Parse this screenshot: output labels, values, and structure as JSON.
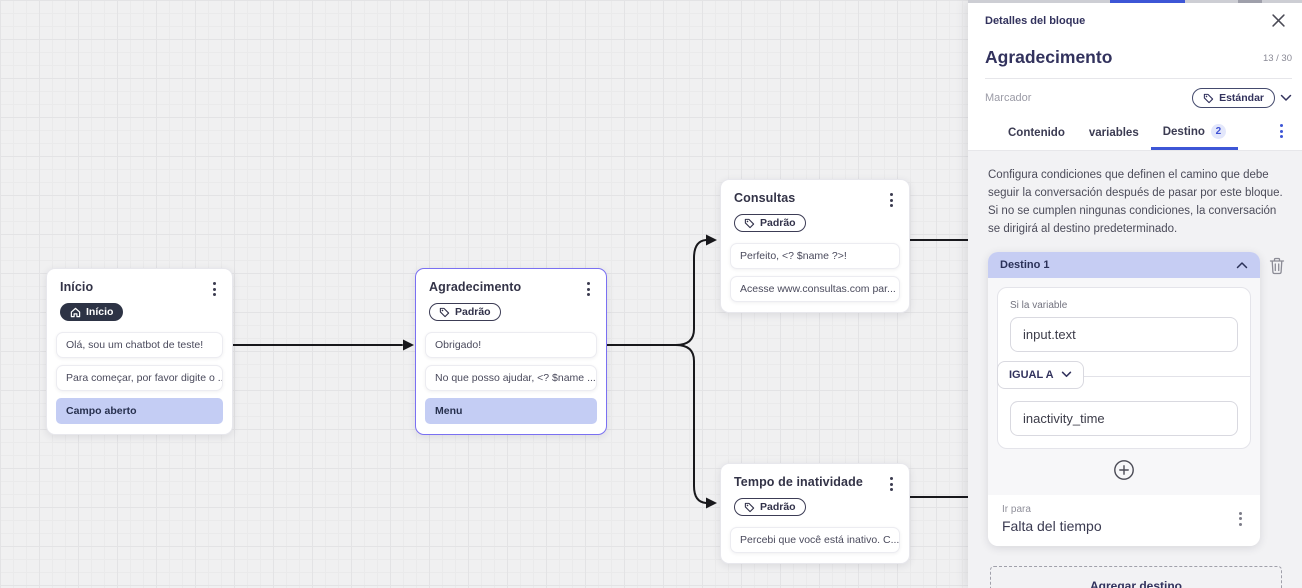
{
  "canvas": {
    "nodes": [
      {
        "id": "inicio",
        "title": "Início",
        "badge": "Início",
        "badge_style": "dark",
        "rows": [
          {
            "text": "Olá, sou um chatbot de teste!",
            "highlight": false
          },
          {
            "text": "Para começar, por favor digite o ...",
            "highlight": false
          },
          {
            "text": "Campo aberto",
            "highlight": true
          }
        ]
      },
      {
        "id": "agradecimento",
        "title": "Agradecimento",
        "badge": "Padrão",
        "badge_style": "outline",
        "selected": true,
        "rows": [
          {
            "text": "Obrigado!",
            "highlight": false
          },
          {
            "text": "No que posso ajudar, <? $name ...",
            "highlight": false
          },
          {
            "text": "Menu",
            "highlight": true
          }
        ]
      },
      {
        "id": "consultas",
        "title": "Consultas",
        "badge": "Padrão",
        "badge_style": "outline",
        "rows": [
          {
            "text": "Perfeito, <? $name ?>!",
            "highlight": false
          },
          {
            "text": "Acesse www.consultas.com par...",
            "highlight": false
          }
        ]
      },
      {
        "id": "tempo",
        "title": "Tempo de inatividade",
        "badge": "Padrão",
        "badge_style": "outline",
        "rows": [
          {
            "text": "Percebi que você está inativo. C...",
            "highlight": false
          }
        ]
      }
    ],
    "connections": [
      {
        "from": "inicio",
        "to": "agradecimento"
      },
      {
        "from": "agradecimento",
        "to": "consultas"
      },
      {
        "from": "agradecimento",
        "to": "tempo"
      },
      {
        "from": "consultas",
        "to": "panel-edge"
      },
      {
        "from": "tempo",
        "to": "panel-edge"
      }
    ]
  },
  "panel": {
    "header": {
      "title": "Detalles del bloque"
    },
    "block": {
      "name": "Agradecimento",
      "counter": "13 / 30"
    },
    "marcador": {
      "label": "Marcador",
      "value": "Estándar"
    },
    "tabs": [
      {
        "label": "Contenido",
        "active": false
      },
      {
        "label": "variables",
        "active": false
      },
      {
        "label": "Destino",
        "badge": "2",
        "active": true
      }
    ],
    "description": "Configura condiciones que definen el camino que debe seguir la conversación después de pasar por este bloque. Si no se cumplen ningunas condiciones, la conversación se dirigirá al destino predeterminado.",
    "destination": {
      "title": "Destino 1",
      "condition_label": "Si la variable",
      "variable_value": "input.text",
      "operator": "IGUAL A",
      "compare_value": "inactivity_time",
      "go_to_label": "Ir para",
      "go_to_value": "Falta del tiempo"
    },
    "add_destination_label": "Agregar destino"
  },
  "icons": {
    "close": "x-lines",
    "kebab": "three-dots",
    "home": "house",
    "tag": "label-outline",
    "chevron_down": "v",
    "chevron_up": "^",
    "plus_circle": "circled-plus",
    "trash": "trash-outline"
  },
  "colors": {
    "accent_blue": "#3d56d6",
    "selected_border": "#7a70f2",
    "row_highlight": "#c4cdf4",
    "destination_header": "#c6cdf3",
    "badge_dark": "#2d3345",
    "panel_bg": "#f2f2f4",
    "canvas_bg": "#f0f0f1",
    "edge": "#18181c",
    "title_navy": "#32325d"
  }
}
